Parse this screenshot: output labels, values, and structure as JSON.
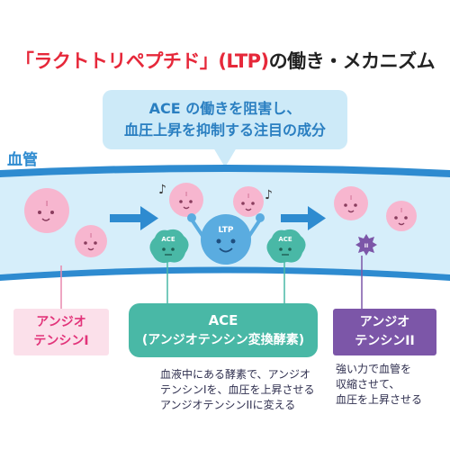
{
  "title": {
    "highlight": "「ラクトトリペプチド」(LTP)",
    "rest": "の働き・メカニズム"
  },
  "callout": {
    "lines": [
      "ACE の働きを阻害し、",
      "血圧上昇を抑制する注目の成分"
    ]
  },
  "vessel_label": "血管",
  "labels": {
    "ltp": "LTP",
    "ace_badge": "ACE",
    "cell_mark_one": "I",
    "cell_mark_two": "II"
  },
  "angiotensin1": {
    "lines": [
      "アンジオ",
      "テンシンⅠ"
    ]
  },
  "ace_box": {
    "line1": "ACE",
    "line2": "(アンジオテンシン変換酵素)"
  },
  "angiotensin2": {
    "lines": [
      "アンジオ",
      "テンシンII"
    ]
  },
  "ace_description": [
    "血液中にある酵素で、アンジオ",
    "テンシンⅠを、血圧を上昇させる",
    "アンジオテンシンIIに変える"
  ],
  "angiotensin2_description": [
    "強い力で血管を",
    "収縮させて、",
    "血圧を上昇させる"
  ],
  "colors": {
    "title_highlight": "#e6283a",
    "vessel_blue": "#2e8bd0",
    "vessel_fill": "#d6eefa",
    "cell_pink": "#f7b6cf",
    "ace_green": "#49b8a6",
    "ltp_blue": "#5aace0",
    "angiotensin2_purple": "#7c56a8"
  }
}
